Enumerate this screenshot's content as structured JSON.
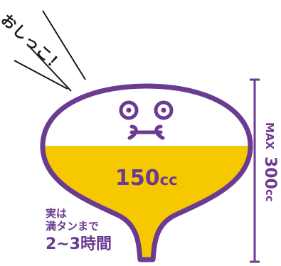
{
  "exclamation": "おしっこ！",
  "bladder": {
    "current_amount": "150",
    "current_unit": "cc",
    "fill_fraction": 0.5
  },
  "capacity": {
    "label": "MAX",
    "amount": "300",
    "unit": "cc"
  },
  "note": {
    "line1": "実は",
    "line2": "満タンまで",
    "line3": "2~3時間"
  },
  "colors": {
    "outline": "#6b3a92",
    "fill": "#f5c800",
    "text": "#6b3a92",
    "lines": "#1a1a1a"
  }
}
